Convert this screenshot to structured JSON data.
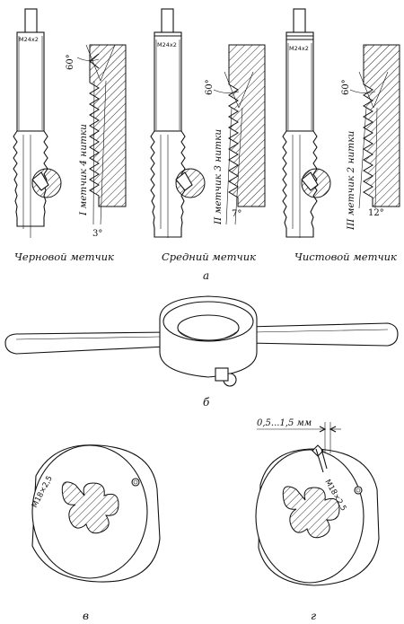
{
  "taps": [
    {
      "marking": "M24x2",
      "name": "Черновой метчик",
      "side_label": "I метчик 4 нитки",
      "profile_angle": "60°",
      "taper_angle": "3°"
    },
    {
      "marking": "M24x2",
      "name": "Средний метчик",
      "side_label": "II метчик 3 нитки",
      "profile_angle": "60°",
      "taper_angle": "7°"
    },
    {
      "marking": "M24x2",
      "name": "Чистовой метчик",
      "side_label": "III метчик 2 нитки",
      "profile_angle": "60°",
      "taper_angle": "12°"
    }
  ],
  "figure_labels": {
    "a": "а",
    "b": "б",
    "v": "в",
    "g": "г"
  },
  "dies": {
    "marking_left": "M18×2,5",
    "marking_right": "M18×2,5",
    "slit_dimension": "0,5...1,5 мм"
  }
}
